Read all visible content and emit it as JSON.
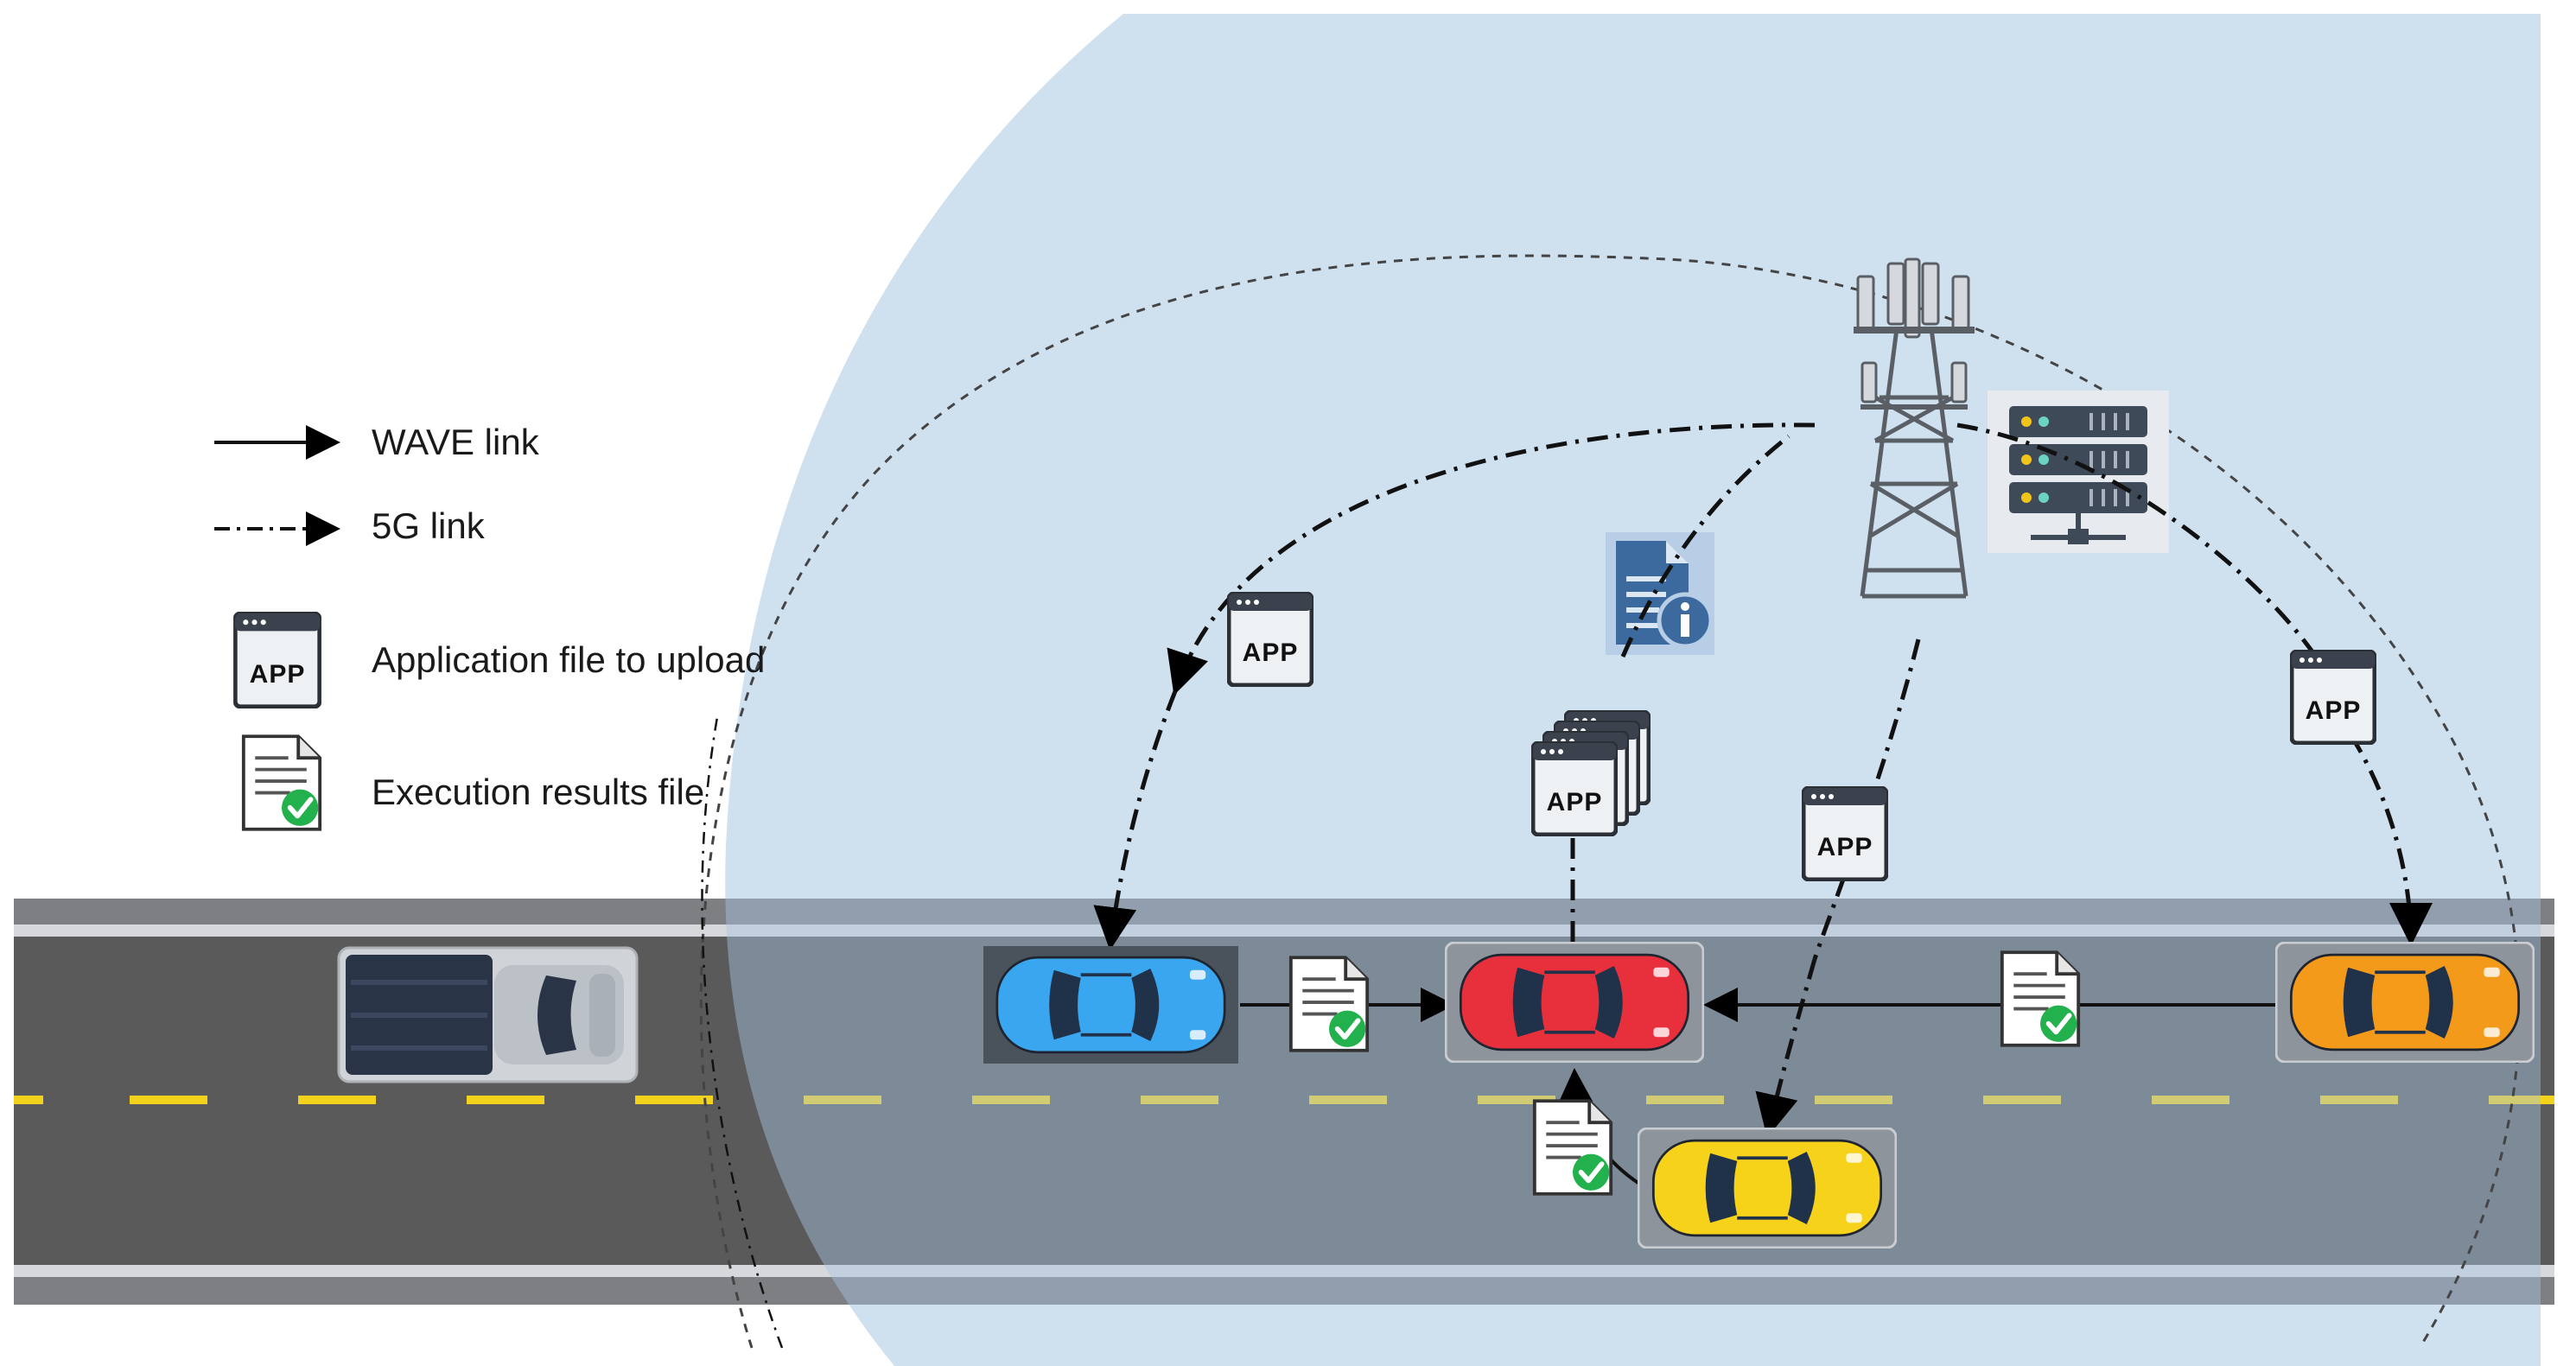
{
  "legend": {
    "wave_link": "WAVE link",
    "fiveg_link": "5G link",
    "app_file": "Application file to upload",
    "result_file": "Execution results file"
  },
  "icons": {
    "app_label": "APP",
    "app_icon": "application-file-icon",
    "result_icon": "execution-results-file-icon",
    "info_icon": "info-document-icon",
    "tower_icon": "5g-base-station-tower-icon",
    "server_icon": "edge-server-icon"
  },
  "colors": {
    "coverage": "#cfe0ef",
    "road": "#5a5a5a",
    "lane_marking": "#f2d21b",
    "check": "#22b14c",
    "car_blue": "#3aa6f0",
    "car_red": "#e8303d",
    "car_orange": "#f49a1a",
    "car_yellow": "#f6d21a",
    "truck": "#2a3447"
  }
}
